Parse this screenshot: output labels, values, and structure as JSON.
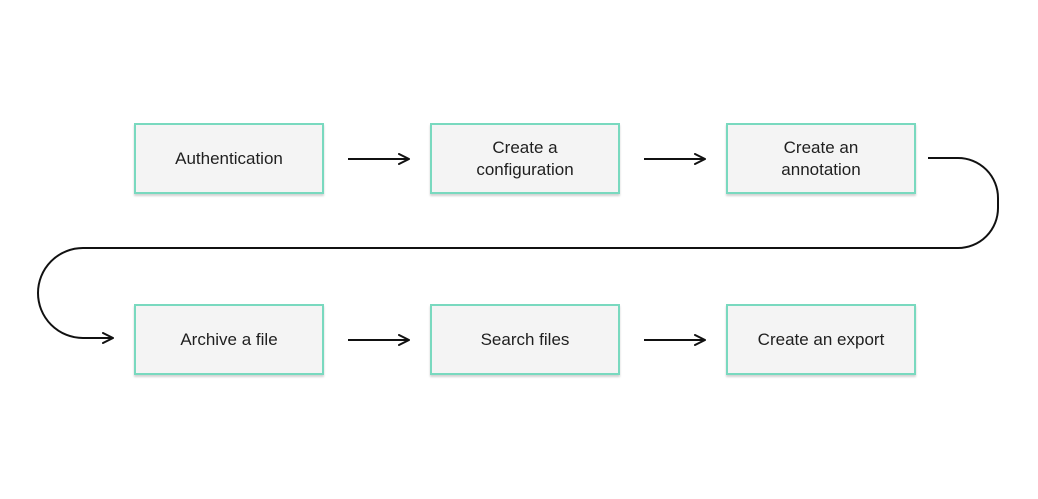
{
  "diagram": {
    "type": "process-flow",
    "colors": {
      "node_border": "#79d9bf",
      "node_fill": "#f4f4f4",
      "text": "#1f1f1f",
      "connector": "#111111"
    },
    "steps": [
      {
        "label": "Authentication"
      },
      {
        "label": "Create a configuration"
      },
      {
        "label": "Create an annotation"
      },
      {
        "label": "Archive a file"
      },
      {
        "label": "Search files"
      },
      {
        "label": "Create an export"
      }
    ],
    "edges": [
      {
        "from": "Authentication",
        "to": "Create a configuration"
      },
      {
        "from": "Create a configuration",
        "to": "Create an annotation"
      },
      {
        "from": "Create an annotation",
        "to": "Archive a file"
      },
      {
        "from": "Archive a file",
        "to": "Search files"
      },
      {
        "from": "Search files",
        "to": "Create an export"
      }
    ]
  }
}
